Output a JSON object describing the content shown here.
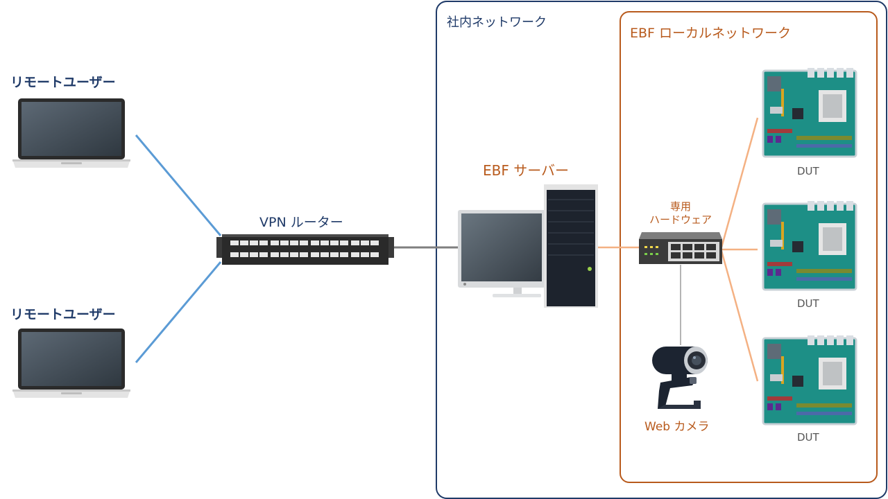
{
  "labels": {
    "remote_user_1": "リモートユーザー",
    "remote_user_2": "リモートユーザー",
    "vpn_router": "VPN ルーター",
    "corporate_network": "社内ネットワーク",
    "ebf_local_network": "EBF ローカルネットワーク",
    "ebf_server": "EBF サーバー",
    "dedicated_hardware_line1": "専用",
    "dedicated_hardware_line2": "ハードウェア",
    "webcam": "Web カメラ",
    "dut_1": "DUT",
    "dut_2": "DUT",
    "dut_3": "DUT"
  },
  "icons": {
    "laptop": "laptop-icon",
    "router": "vpn-router-icon",
    "monitor": "monitor-icon",
    "tower": "server-tower-icon",
    "switch": "hardware-switch-icon",
    "webcam": "webcam-icon",
    "board": "motherboard-icon"
  },
  "colors": {
    "navy": "#1f3a68",
    "orange": "#b85a1c",
    "blue_link": "#5b9bd5",
    "orange_link": "#f4b183",
    "gray_link": "#7f7f7f"
  }
}
